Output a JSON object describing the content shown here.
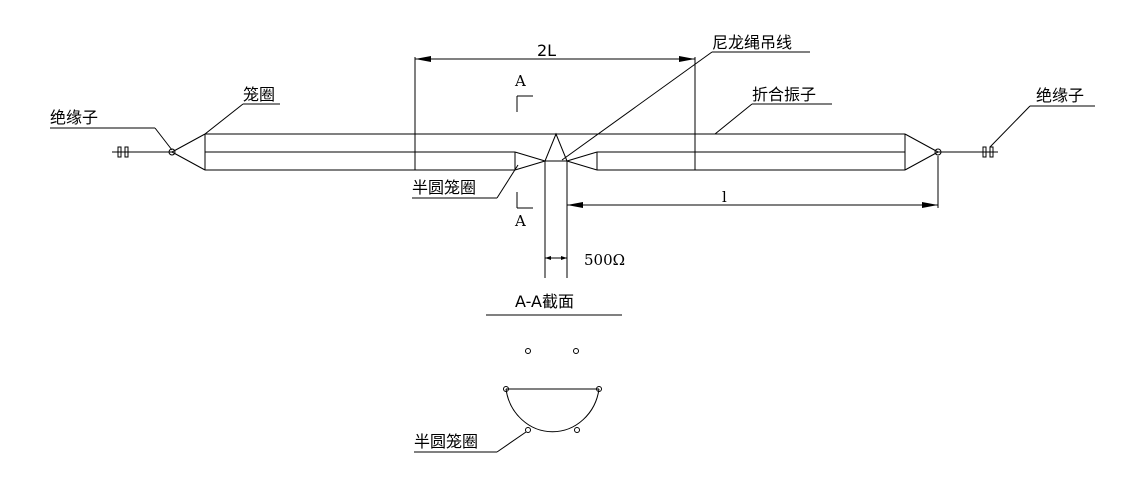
{
  "labels": {
    "insulator_left": "绝缘子",
    "insulator_right": "绝缘子",
    "cage_ring": "笼圈",
    "nylon_rope": "尼龙绳吊线",
    "folded_dipole": "折合振子",
    "half_cage": "半圆笼圈",
    "half_cage_section": "半圆笼圈",
    "dim_2L": "2L",
    "dim_l": "l",
    "section_mark_top": "A",
    "section_mark_bottom": "A",
    "impedance": "500Ω",
    "section_title": "A-A截面"
  }
}
